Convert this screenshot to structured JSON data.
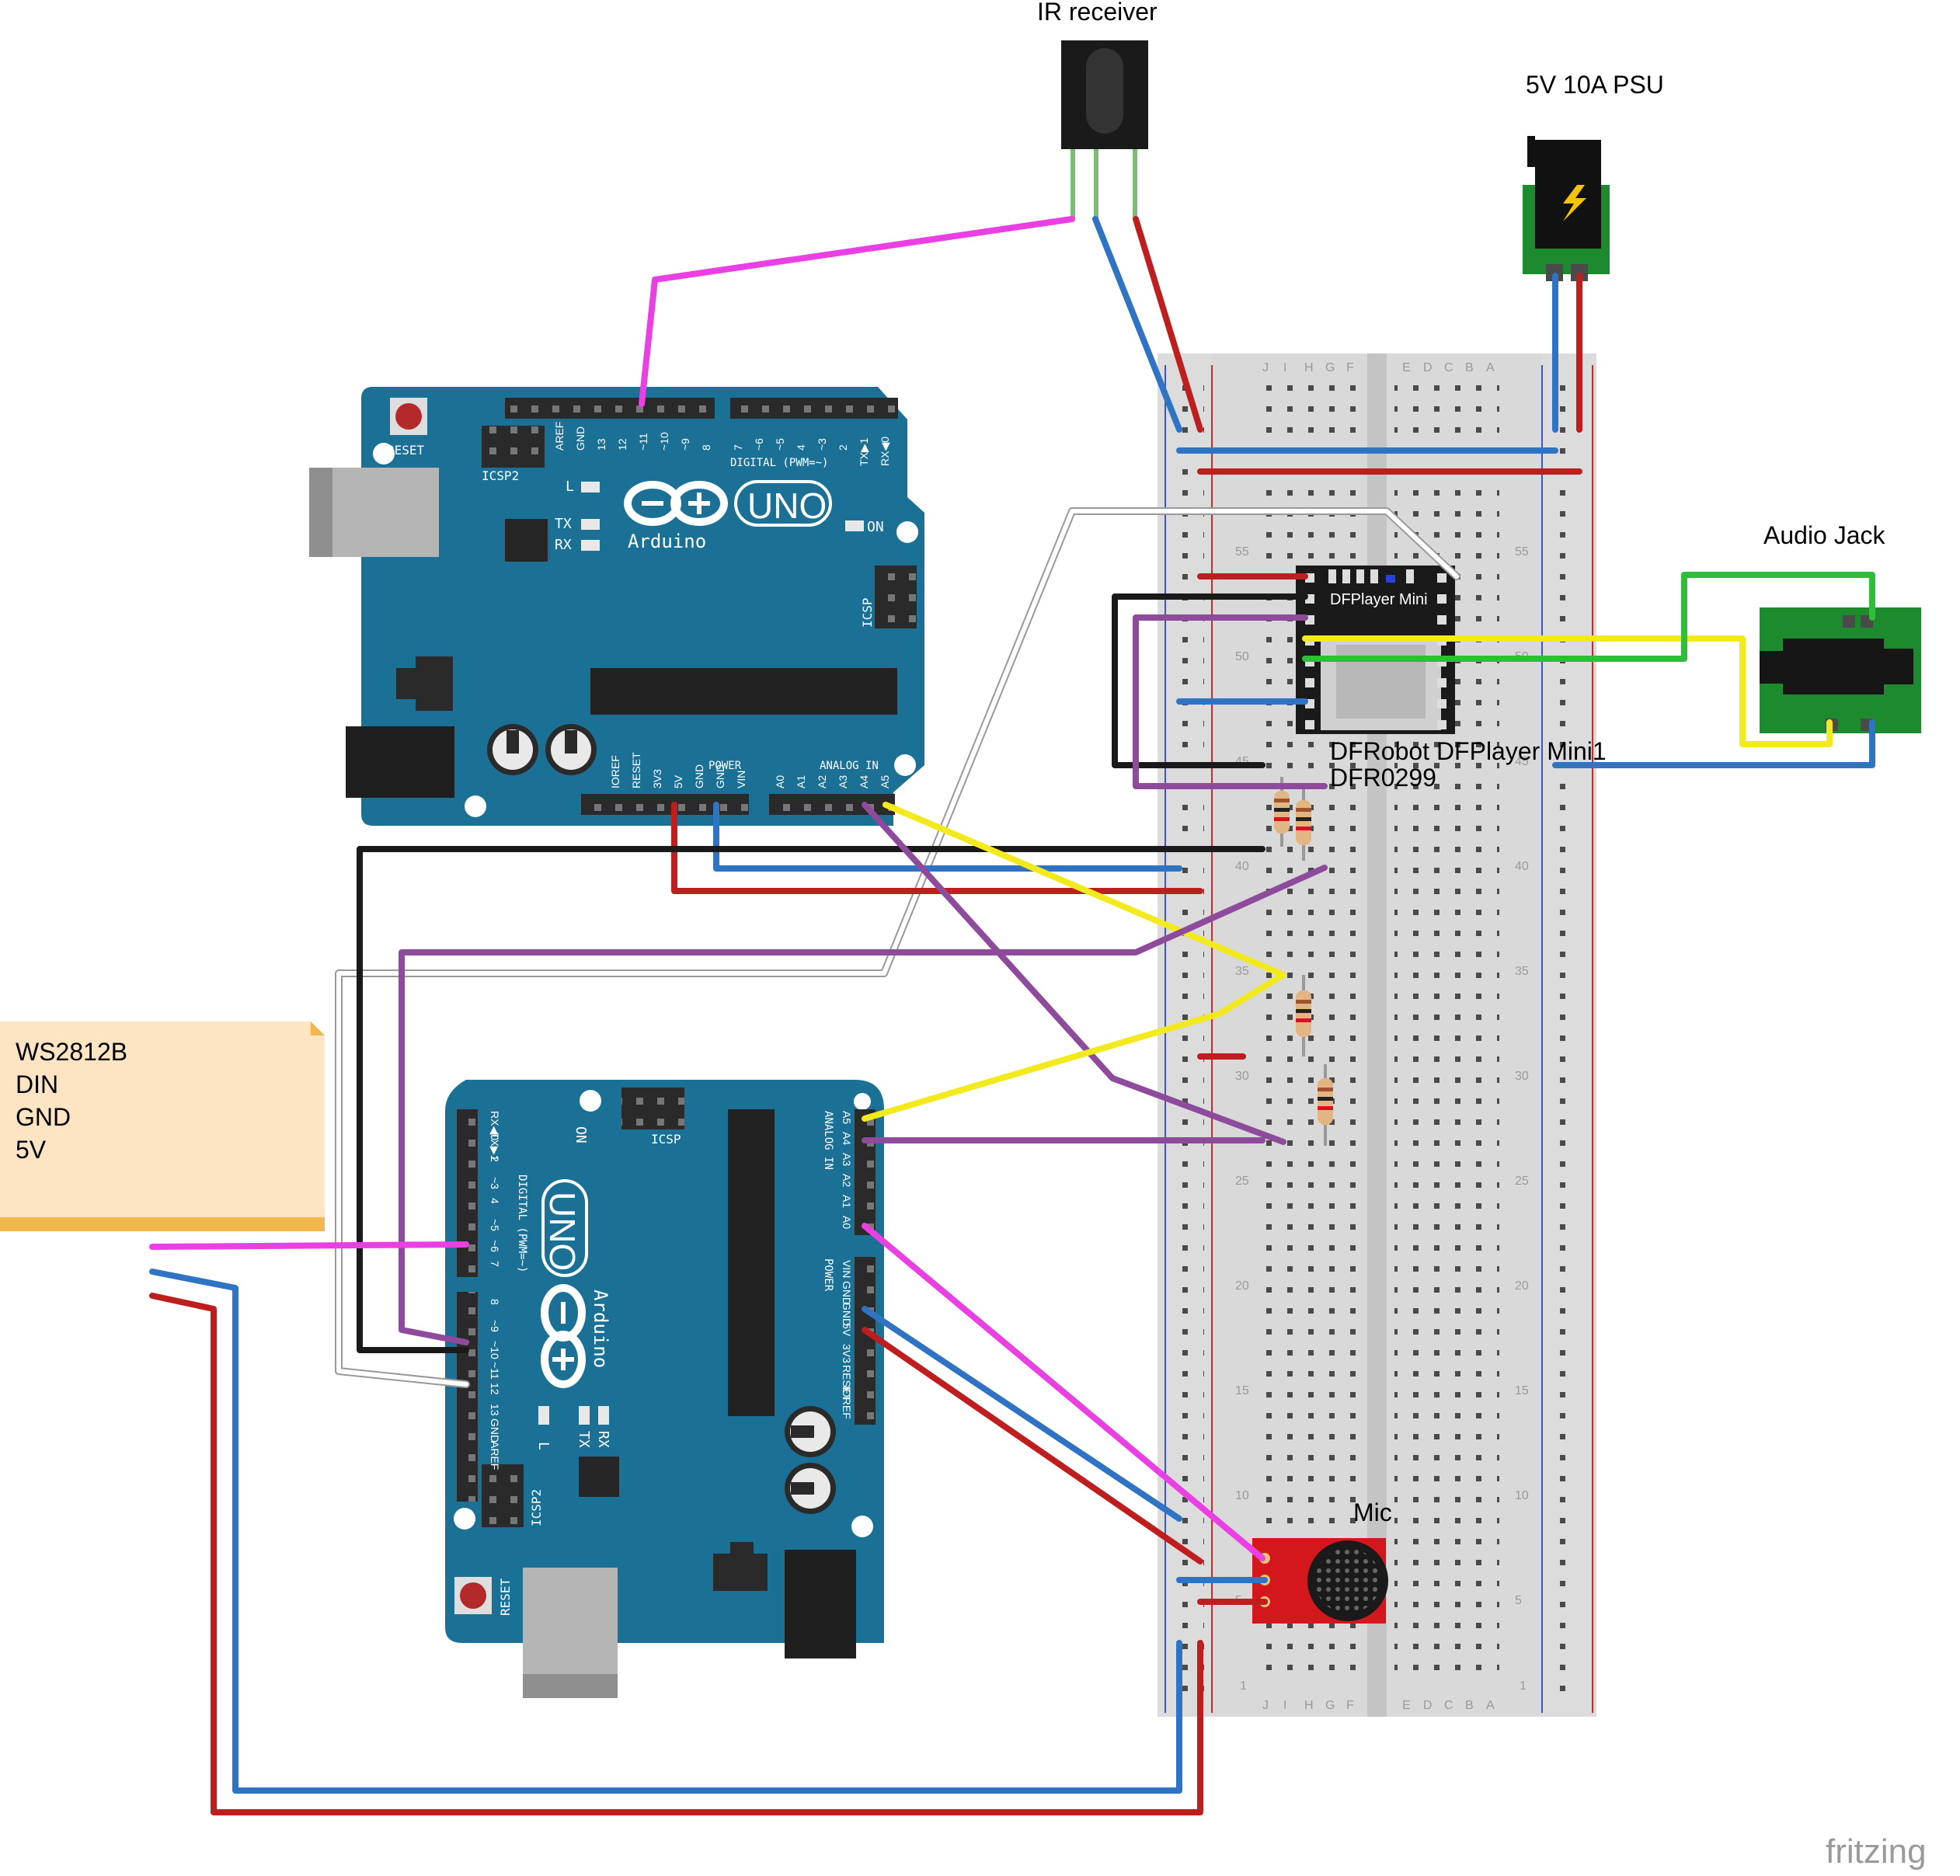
{
  "labels": {
    "ir_receiver": "IR receiver",
    "psu": "5V 10A PSU",
    "audio_jack": "Audio Jack",
    "dfplayer_part": "DFRobot DFPlayer Mini1",
    "dfplayer_code": "DFR0299",
    "dfplayer_chip": "DFPlayer Mini",
    "mic": "Mic",
    "watermark": "fritzing"
  },
  "note": {
    "lines": [
      "WS2812B",
      "DIN",
      "GND",
      "5V"
    ],
    "color": "#fde4c3"
  },
  "arduino": {
    "brand": "Arduino",
    "model": "UNO",
    "reset": "RESET",
    "icsp": "ICSP",
    "icsp2": "ICSP2",
    "aref": "AREF",
    "gnd": "GND",
    "digital": "DIGITAL (PWM=~)",
    "analog_in": "ANALOG IN",
    "power": "POWER",
    "on": "ON",
    "tx": "TX",
    "rx": "RX",
    "l": "L",
    "digital_pins": [
      "13",
      "12",
      "~11",
      "~10",
      "~9",
      "8",
      "7",
      "~6",
      "~5",
      "4",
      "~3",
      "2",
      "TX▶1",
      "RX◀0"
    ],
    "power_pins": [
      "IOREF",
      "RESET",
      "3V3",
      "5V",
      "GND",
      "GND",
      "VIN"
    ],
    "analog_pins": [
      "A0",
      "A1",
      "A2",
      "A3",
      "A4",
      "A5"
    ],
    "board_color": "#1b7096"
  },
  "breadboard": {
    "row_letters_left": [
      "J",
      "I",
      "H",
      "G",
      "F"
    ],
    "row_letters_right": [
      "E",
      "D",
      "C",
      "B",
      "A"
    ],
    "row_numbers": [
      "55",
      "50",
      "45",
      "40",
      "35",
      "30",
      "25",
      "20",
      "15",
      "10",
      "5",
      "1"
    ]
  },
  "wire_colors": {
    "blue": "#2f74c4",
    "red": "#be1e1e",
    "magenta": "#ea3fe2",
    "yellow": "#f2ea1d",
    "purple": "#8e4b9b",
    "black": "#1a1a1a",
    "white": "#ffffff",
    "green": "#2fbd3a"
  }
}
